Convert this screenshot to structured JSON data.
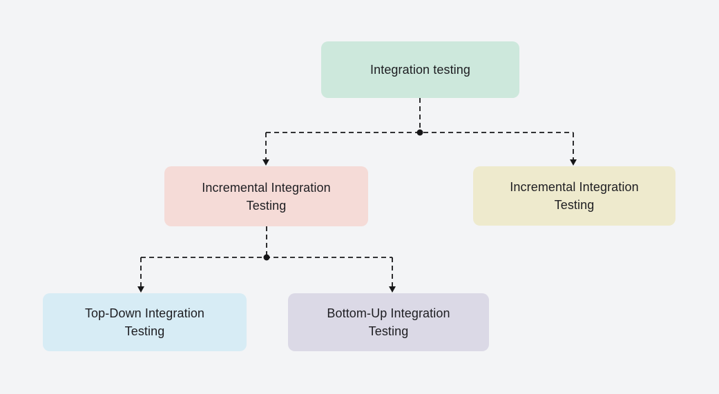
{
  "diagram": {
    "background_color": "#f3f4f6",
    "connector_color": "#161618",
    "nodes": {
      "root": {
        "label": "Integration testing",
        "color": "#cde8dc"
      },
      "inc_left": {
        "label": "Incremental Integration Testing",
        "color": "#f5dbd7"
      },
      "inc_right": {
        "label": "Incremental Integration Testing",
        "color": "#eeeacd"
      },
      "top_down": {
        "label": "Top-Down Integration Testing",
        "color": "#d7ecf5"
      },
      "bottom_up": {
        "label": "Bottom-Up Integration Testing",
        "color": "#dbd9e6"
      }
    },
    "edges": [
      {
        "from": "root",
        "to": "inc_left"
      },
      {
        "from": "root",
        "to": "inc_right"
      },
      {
        "from": "inc_left",
        "to": "top_down"
      },
      {
        "from": "inc_left",
        "to": "bottom_up"
      }
    ]
  }
}
